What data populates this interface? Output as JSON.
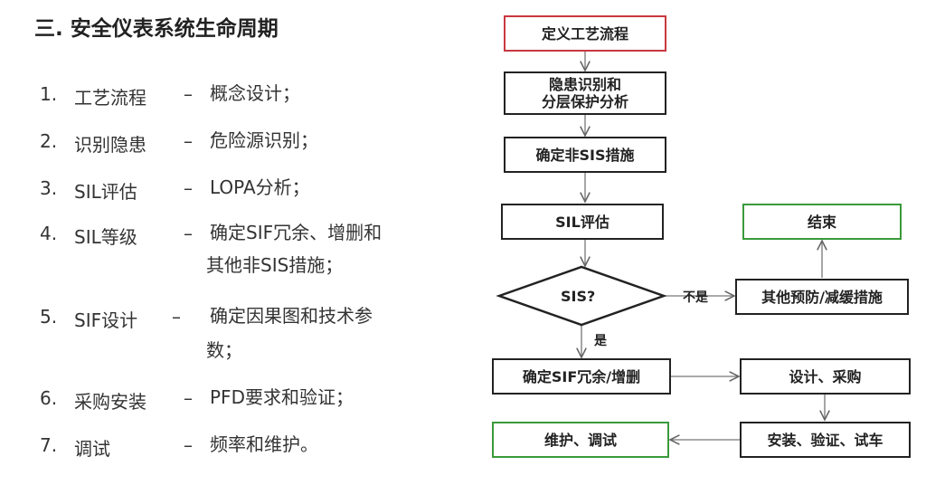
{
  "title": "三. 安全仪表系统生命周期",
  "items": [
    {
      "num": "1.",
      "label": "工艺流程",
      "dash": "–",
      "desc": "概念设计；"
    },
    {
      "num": "2.",
      "label": "识别隐患",
      "dash": "–",
      "desc": "危险源识别；"
    },
    {
      "num": "3.",
      "label": "SIL评估",
      "dash": "–",
      "desc": "LOPA分析；"
    },
    {
      "num": "4.",
      "label": "SIL等级",
      "dash": "–",
      "desc": "确定SIF冗余、增删和",
      "desc2": "其他非SIS措施；"
    },
    {
      "num": "5.",
      "label": "SIF设计",
      "dash": "–",
      "desc": "确定因果图和技术参",
      "desc2": "数；"
    },
    {
      "num": "6.",
      "label": "采购安装",
      "dash": "–",
      "desc": "PFD要求和验证；"
    },
    {
      "num": "7.",
      "label": "调试",
      "dash": "–",
      "desc": "频率和维护。"
    }
  ],
  "flow": {
    "define": "定义工艺流程",
    "hazard": "隐患识别和\n分层保护分析",
    "hazard1": "隐患识别和",
    "hazard2": "分层保护分析",
    "nonsis": "确定非SIS措施",
    "sil": "SIL评估",
    "end": "结束",
    "decision": "SIS?",
    "no": "不是",
    "yes": "是",
    "other": "其他预防/减缓措施",
    "sif": "确定SIF冗余/增删",
    "design": "设计、采购",
    "maint": "维护、调试",
    "install": "安装、验证、试车"
  },
  "colors": {
    "start": "#c9383f",
    "terminal": "#3a9a3a"
  }
}
